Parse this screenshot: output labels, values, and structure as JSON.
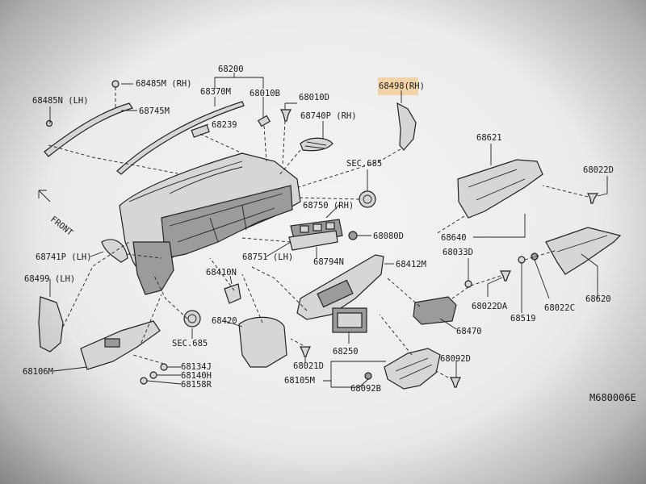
{
  "diagram": {
    "labels": {
      "p68200": "68200",
      "p68485M": "68485M (RH)",
      "p68370M": "68370M",
      "p68010B": "68010B",
      "p68010D": "68010D",
      "p68498": "68498(RH)",
      "p68485N": "68485N (LH)",
      "p68745M": "68745M",
      "p68239": "68239",
      "p68740P": "68740P (RH)",
      "sec685a": "SEC.685",
      "p68621": "68621",
      "p68022D": "68022D",
      "p68750": "68750 (RH)",
      "p68080D": "68080D",
      "p68640": "68640",
      "p68741P": "68741P (LH)",
      "p68751": "68751 (LH)",
      "p68794N": "68794N",
      "p68412M": "68412M",
      "p68033D": "68033D",
      "p68499": "68499 (LH)",
      "p68410N": "68410N",
      "p68022DA": "68022DA",
      "p68022C": "68022C",
      "p68620": "68620",
      "p68519": "68519",
      "p68420": "68420",
      "p68470": "68470",
      "sec685b": "SEC.685",
      "p68250": "68250",
      "p68106M": "68106M",
      "p68134J": "68134J",
      "p68140H": "68140H",
      "p68021D": "68021D",
      "p68092D": "68092D",
      "p68158R": "68158R",
      "p68105M": "68105M",
      "p68092B": "68092B",
      "front": "FRONT",
      "code": "M680006E"
    },
    "highlight_color": "#f3c98c",
    "line_color": "#222222"
  }
}
